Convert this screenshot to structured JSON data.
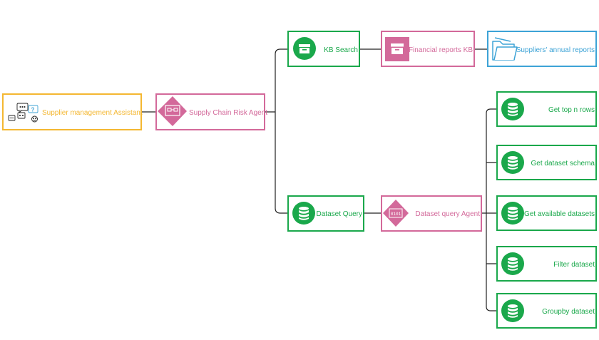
{
  "colors": {
    "green": "#1aa84b",
    "pink": "#d3699a",
    "orange": "#f4b731",
    "blue": "#3da3d6",
    "connector": "#222222"
  },
  "nodes": {
    "supplier_assistant": {
      "label": "Supplier management Assistant",
      "icon": "chat-group-icon"
    },
    "supply_chain_agent": {
      "label": "Supply Chain Risk Agent",
      "icon": "agent-link-icon"
    },
    "kb_search": {
      "label": "KB Search",
      "icon": "archive-box-icon"
    },
    "financial_reports_kb": {
      "label": "Financial reports KB",
      "icon": "archive-box-icon"
    },
    "suppliers_annual_reports": {
      "label": "Suppliers' annual reports",
      "icon": "folder-icon"
    },
    "dataset_query": {
      "label": "Dataset Query",
      "icon": "database-icon"
    },
    "dataset_query_agent": {
      "label": "Dataset query Agent",
      "icon": "agent-binary-icon"
    },
    "get_top_n_rows": {
      "label": "Get top n rows",
      "icon": "database-icon"
    },
    "get_dataset_schema": {
      "label": "Get dataset schema",
      "icon": "database-icon"
    },
    "get_available_datasets": {
      "label": "Get available datasets",
      "icon": "database-icon"
    },
    "filter_dataset": {
      "label": "Filter dataset",
      "icon": "database-icon"
    },
    "groupby_dataset": {
      "label": "Groupby dataset",
      "icon": "database-icon"
    }
  }
}
